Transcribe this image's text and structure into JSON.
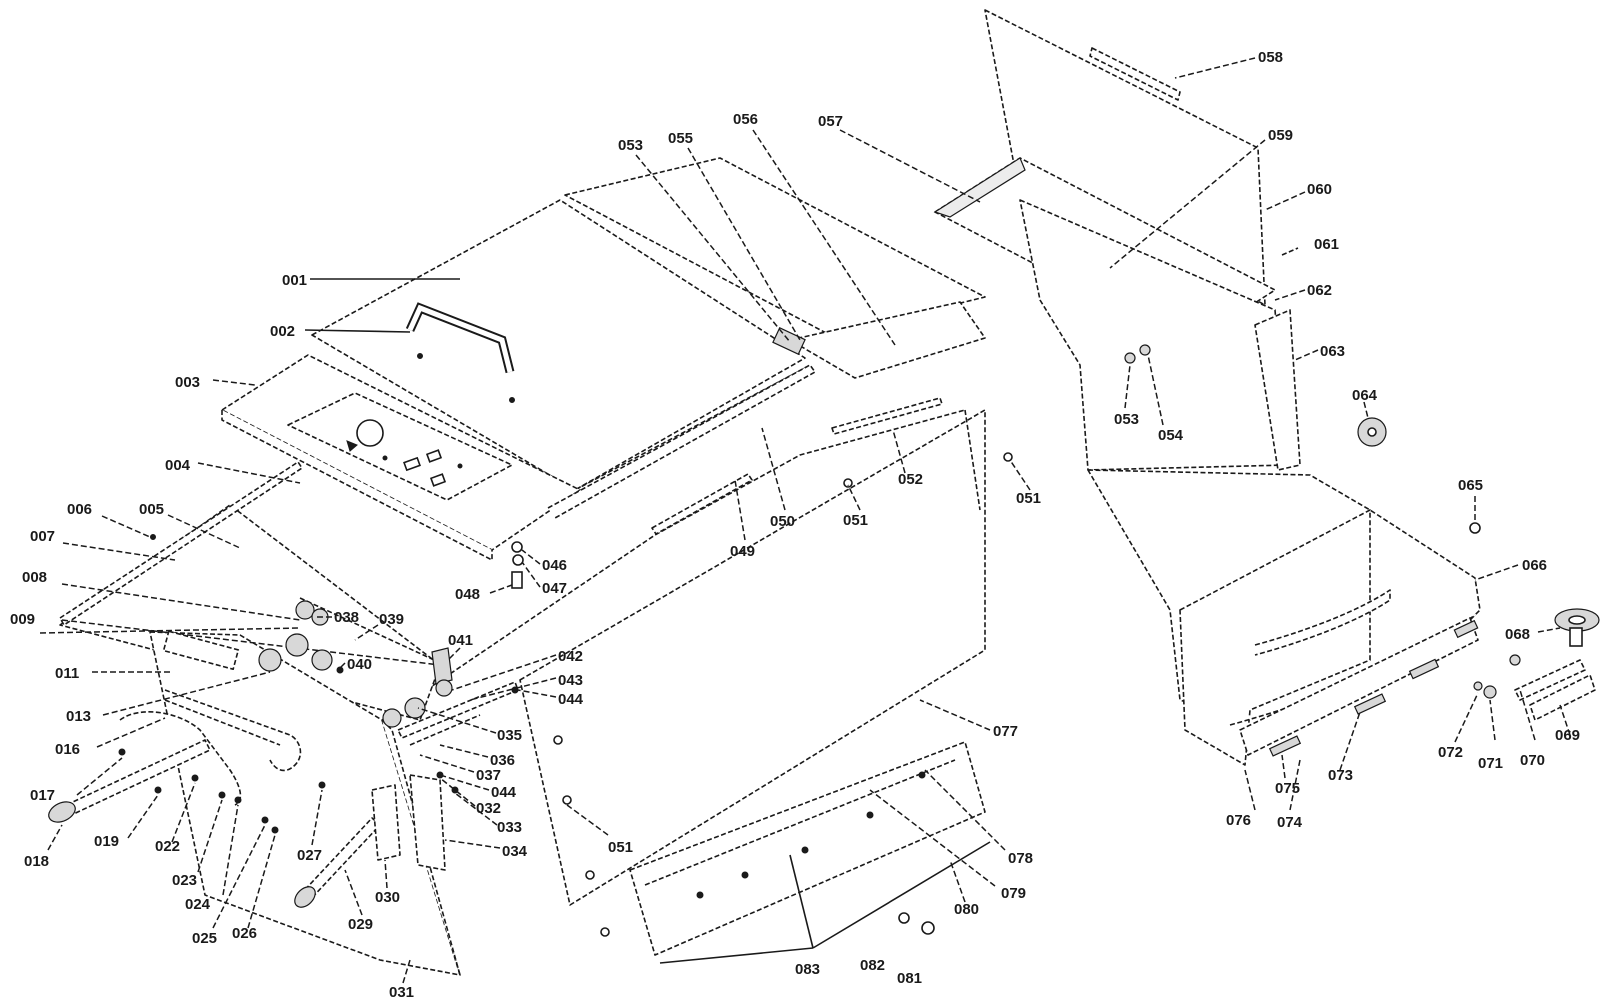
{
  "labels": {
    "p001": "001",
    "p002": "002",
    "p003": "003",
    "p004": "004",
    "p005": "005",
    "p006": "006",
    "p007": "007",
    "p008": "008",
    "p009": "009",
    "p011": "011",
    "p013": "013",
    "p016": "016",
    "p017": "017",
    "p018": "018",
    "p019": "019",
    "p022": "022",
    "p023": "023",
    "p024": "024",
    "p025": "025",
    "p026": "026",
    "p027": "027",
    "p029": "029",
    "p030": "030",
    "p031": "031",
    "p032": "032",
    "p033": "033",
    "p034": "034",
    "p035": "035",
    "p036": "036",
    "p037": "037",
    "p038": "038",
    "p039": "039",
    "p040": "040",
    "p041": "041",
    "p042": "042",
    "p043": "043",
    "p044a": "044",
    "p044b": "044",
    "p046": "046",
    "p047": "047",
    "p048": "048",
    "p049": "049",
    "p050": "050",
    "p051a": "051",
    "p051b": "051",
    "p051c": "051",
    "p052": "052",
    "p053a": "053",
    "p053b": "053",
    "p054": "054",
    "p055": "055",
    "p056": "056",
    "p057": "057",
    "p058": "058",
    "p059": "059",
    "p060": "060",
    "p061": "061",
    "p062": "062",
    "p063": "063",
    "p064": "064",
    "p065": "065",
    "p066": "066",
    "p068": "068",
    "p069": "069",
    "p070": "070",
    "p071": "071",
    "p072": "072",
    "p073": "073",
    "p074": "074",
    "p075": "075",
    "p076": "076",
    "p077": "077",
    "p078": "078",
    "p079": "079",
    "p080": "080",
    "p081": "081",
    "p082": "082",
    "p083": "083"
  }
}
